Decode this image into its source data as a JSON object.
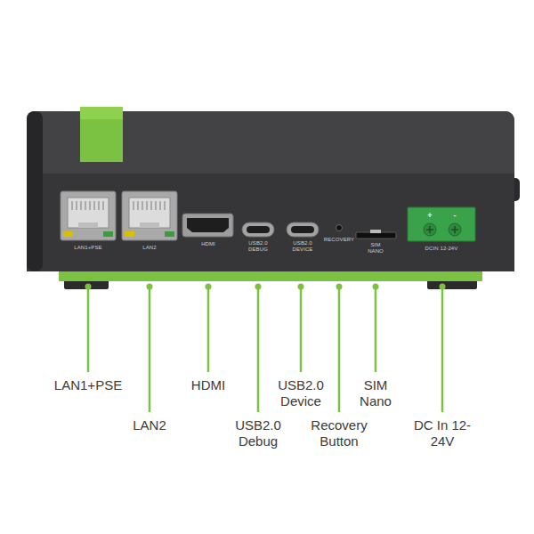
{
  "diagram": {
    "labels": [
      "LAN1+PSE",
      "LAN2",
      "HDMI",
      "USB2.0 DEBUG",
      "USB2.0 DEVICE",
      "RECOVERY",
      "SIM NANO",
      "DCIN 12-24V",
      "+",
      "-",
      "LAN1+PSE",
      "LAN2",
      "HDMI",
      "USB2.0 Debug",
      "USB2.0 Device",
      "Recovery Button",
      "SIM Nano",
      "DC In 12-24V"
    ]
  }
}
